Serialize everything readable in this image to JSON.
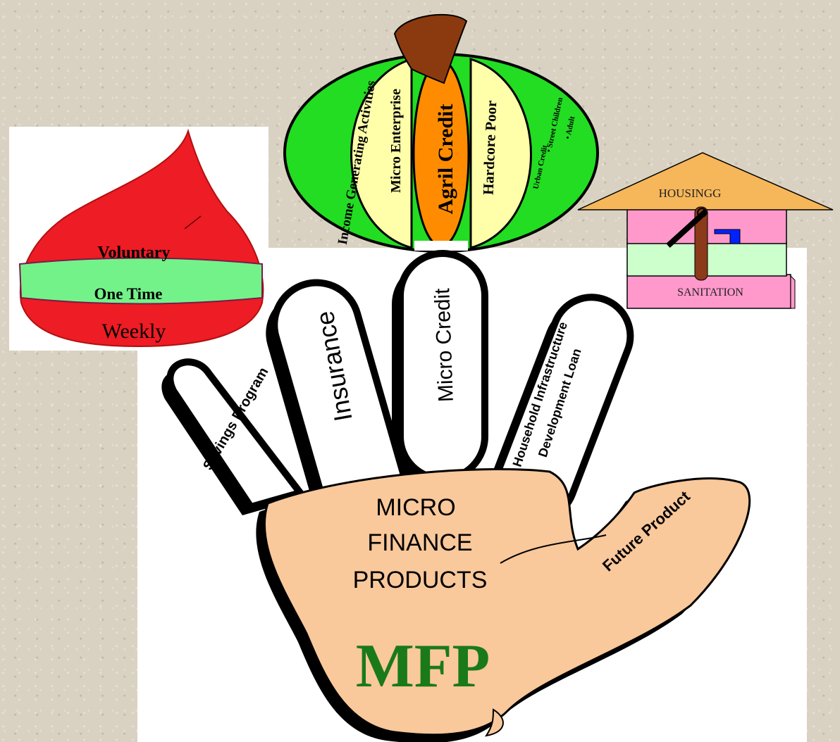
{
  "drop": {
    "top_label": "Voluntary",
    "band_label": "One Time",
    "bottom_label": "Weekly",
    "colors": {
      "body": "#ee1c24",
      "band": "#73f28a"
    }
  },
  "pumpkin": {
    "segments": [
      "Income Generating Activities",
      "Micro Enterprise",
      "Agril Credit",
      "Hardcore Poor",
      "Urban Credit",
      "• Street Children",
      "• Adult"
    ],
    "colors": {
      "outer": "#22dd22",
      "inner": "#ffffaa",
      "center": "#ff8c00",
      "stem": "#8b3a0f"
    }
  },
  "house": {
    "roof_label": "HOUSINGG",
    "base_label": "SANITATION",
    "colors": {
      "roof": "#f6b65a",
      "pink": "#ff99cc",
      "green": "#ccffcc",
      "pipe": "#8b3a1a",
      "tap": "#0022ff"
    }
  },
  "hand": {
    "fingers": [
      "Savings Program",
      "Insurance",
      "Micro Credit",
      "Household Infrastructure",
      "Development Loan"
    ],
    "thumb_label": "Future Product",
    "palm_lines": [
      "MICRO",
      "FINANCE",
      "PRODUCTS"
    ],
    "acronym": "MFP",
    "colors": {
      "skin": "#f9c89b",
      "outline": "#000000",
      "acronym": "#1a7a1a"
    }
  }
}
